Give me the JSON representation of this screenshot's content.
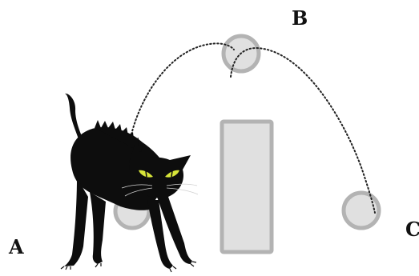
{
  "labels": {
    "a": "A",
    "b": "B",
    "c": "C"
  },
  "colors": {
    "ball_fill": "#e0e0e0",
    "ball_stroke": "#b3b3b3",
    "block_fill": "#e0e0e0",
    "block_stroke": "#b3b3b3",
    "path": "#222222",
    "cat_body": "#0d0d0d",
    "cat_eyes": "#d8e63a",
    "label": "#111111"
  },
  "icons": {
    "cat": "black-cat-arched-icon",
    "ball": "ball-circle-icon"
  }
}
